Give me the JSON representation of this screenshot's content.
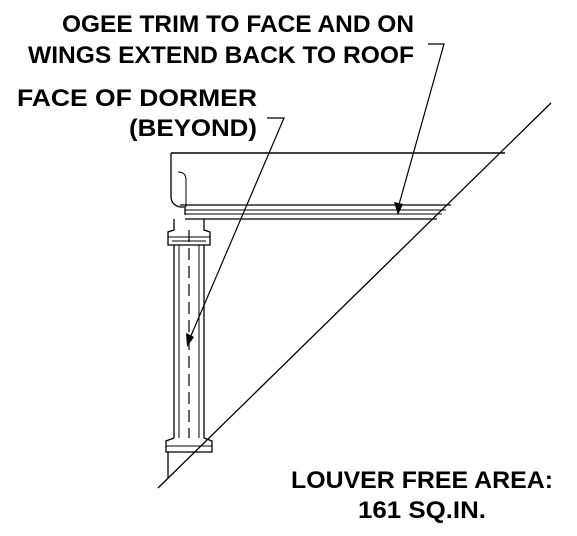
{
  "annotations": {
    "ogee_trim": {
      "line1": "OGEE TRIM TO FACE AND ON",
      "line2": "WINGS EXTEND BACK TO ROOF"
    },
    "face_of_dormer": {
      "line1": "FACE OF DORMER",
      "line2": "(BEYOND)"
    },
    "louver": {
      "line1": "LOUVER FREE AREA:",
      "line2": "161 SQ.IN."
    }
  },
  "colors": {
    "ink": "#000000",
    "paper": "#ffffff"
  }
}
